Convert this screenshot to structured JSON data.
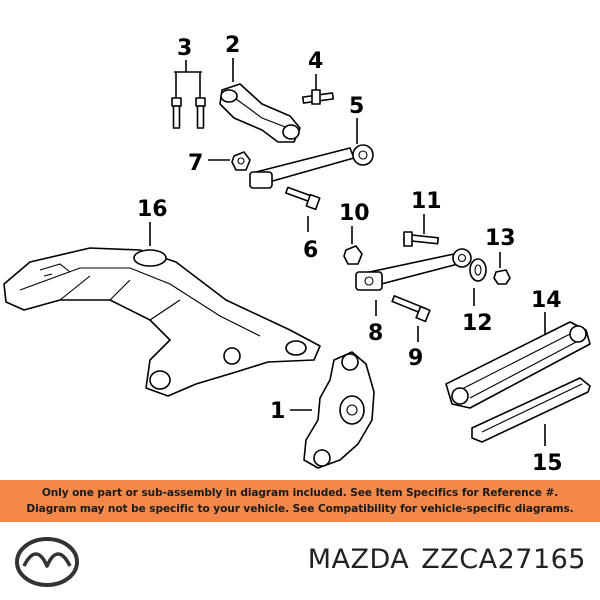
{
  "diagram": {
    "callouts": [
      "1",
      "2",
      "3",
      "4",
      "5",
      "6",
      "7",
      "8",
      "9",
      "10",
      "11",
      "12",
      "13",
      "14",
      "15",
      "16"
    ]
  },
  "notice": {
    "line1": "Only one part or sub-assembly in diagram included. See Item Specifics for Reference #.",
    "line2": "Diagram may not be specific to your vehicle. See Compatibility for vehicle-specific diagrams.",
    "background": "#f2894a"
  },
  "footer": {
    "brand": "MAZDA",
    "part_number": "ZZCA27165",
    "logo_icon": "mazda-logo-icon"
  }
}
